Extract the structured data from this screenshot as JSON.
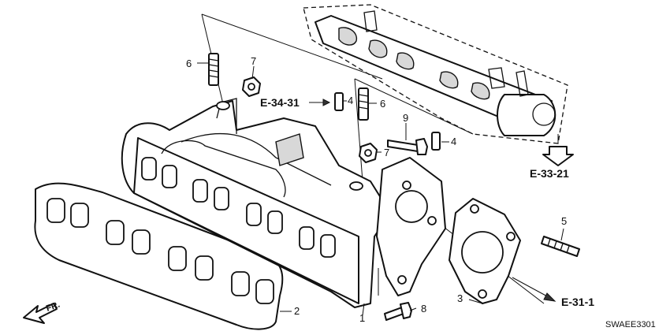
{
  "callouts": {
    "c1": "1",
    "c2": "2",
    "c3": "3",
    "c4a": "4",
    "c4b": "4",
    "c5": "5",
    "c6a": "6",
    "c6b": "6",
    "c7a": "7",
    "c7b": "7",
    "c8": "8",
    "c9": "9"
  },
  "refs": {
    "e3431": "E-34-31",
    "e3321": "E-33-21",
    "e311": "E-31-1"
  },
  "front_label": "FR.",
  "diagram_code": "SWAEE3301"
}
